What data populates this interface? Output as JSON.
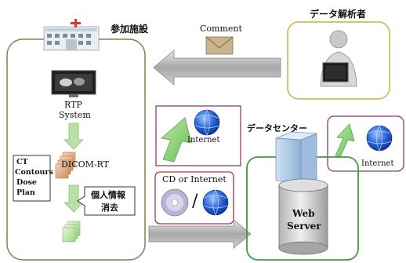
{
  "facility": {
    "title": "参加施設",
    "rtp_line1": "RTP",
    "rtp_line2": "System",
    "dicom": "DICOM-RT",
    "privacy_line1": "個人情報",
    "privacy_line2": "消去"
  },
  "ct_list": [
    "CT",
    "Contours",
    "Dose",
    "Plan"
  ],
  "analyst": {
    "title": "データ解析者",
    "comment": "Comment"
  },
  "datacenter": {
    "title": "データセンター",
    "server_line1": "Web",
    "server_line2": "Server"
  },
  "network": {
    "internet": "Internet",
    "media_label": "CD or Internet",
    "slash": "/"
  },
  "colors": {
    "facility_border": "#8a7d52",
    "analyst_border": "#c9b23c",
    "datacenter_border": "#3f9a46",
    "internet_border": "#8c3a7a",
    "media_border": "#b0343a",
    "arrow_green": "#8fd07a",
    "arrow_gray": "#9a9a9a"
  }
}
